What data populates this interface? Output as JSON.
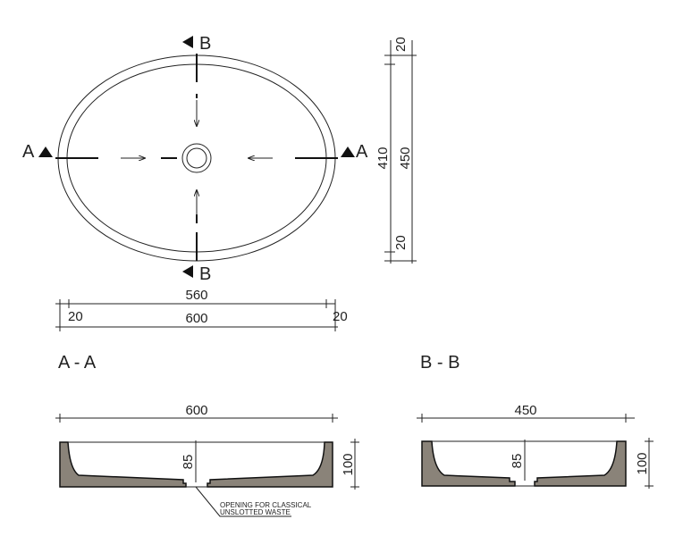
{
  "plan": {
    "section_markers": {
      "a_left": "A",
      "a_right": "A",
      "b_top": "B",
      "b_bottom": "B"
    },
    "dims": {
      "inner_width": "560",
      "rim_left": "20",
      "rim_right": "20",
      "outer_width": "600",
      "rim_top": "20",
      "inner_depth": "410",
      "outer_depth": "450",
      "rim_bottom": "20"
    }
  },
  "section_a": {
    "title": "A - A",
    "width": "600",
    "height": "100",
    "basin_depth": "85",
    "note_line1": "OPENING FOR CLASSICAL",
    "note_line2": "UNSLOTTED WASTE"
  },
  "section_b": {
    "title": "B - B",
    "width": "450",
    "height": "100",
    "basin_depth": "85"
  },
  "colors": {
    "section_fill": "#8a8379",
    "line": "#222222"
  }
}
